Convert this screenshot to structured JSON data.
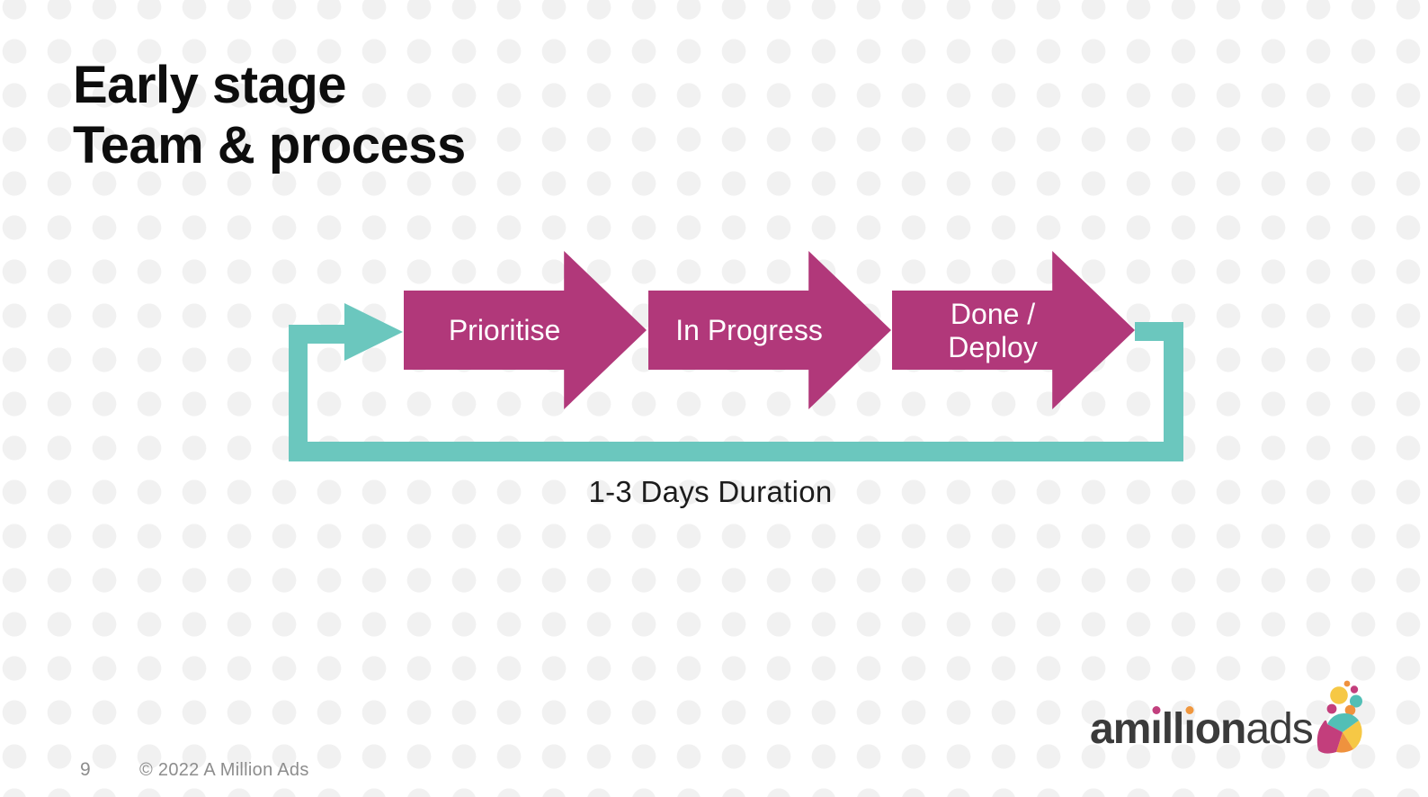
{
  "slide": {
    "title_line1": "Early stage",
    "title_line2": "Team & process",
    "caption": "1-3 Days Duration",
    "page_number": "9",
    "copyright": "© 2022 A Million Ads"
  },
  "diagram": {
    "type": "process-flow-with-feedback-loop",
    "steps": [
      {
        "label": "Prioritise"
      },
      {
        "label": "In Progress"
      },
      {
        "label_line1": "Done /",
        "label_line2": "Deploy"
      }
    ],
    "colors": {
      "arrow": "#b1387a",
      "arrow_text": "#ffffff",
      "loop": "#6bc7be"
    }
  },
  "logo": {
    "word_bold_a": "am",
    "word_i1": "ı",
    "word_bold_b": "ll",
    "word_i2": "ı",
    "word_bold_c": "on",
    "word_light": "ads",
    "colors": {
      "text": "#3b3b3b",
      "i1_dot": "#c2407e",
      "i2_dot": "#f0973e",
      "mark_magenta": "#c33e7c",
      "mark_orange": "#ef923e",
      "mark_yellow": "#f6c845",
      "mark_teal": "#52bfb6"
    }
  }
}
